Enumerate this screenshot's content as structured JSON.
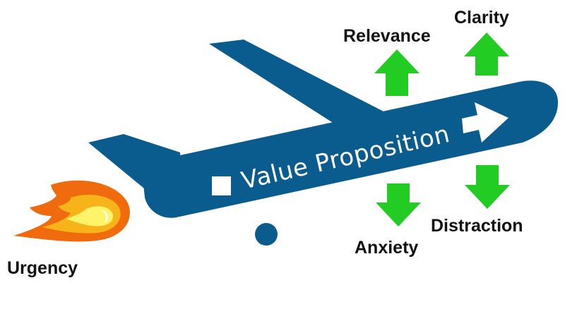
{
  "diagram": {
    "central_label": "Value Proposition",
    "factors": {
      "urgency": "Urgency",
      "relevance": "Relevance",
      "clarity": "Clarity",
      "anxiety": "Anxiety",
      "distraction": "Distraction"
    },
    "colors": {
      "plane": "#0a5c8e",
      "plane_text": "#ffffff",
      "arrow_green": "#22cc22",
      "flame_outer": "#f06a0e",
      "flame_mid": "#f7b31a",
      "flame_inner": "#fff36a",
      "label_text": "#111111"
    },
    "icons": {
      "up_arrows": "up-arrow-icon",
      "down_arrows": "down-arrow-icon",
      "flame": "flame-icon",
      "direction": "right-arrow-icon"
    }
  }
}
